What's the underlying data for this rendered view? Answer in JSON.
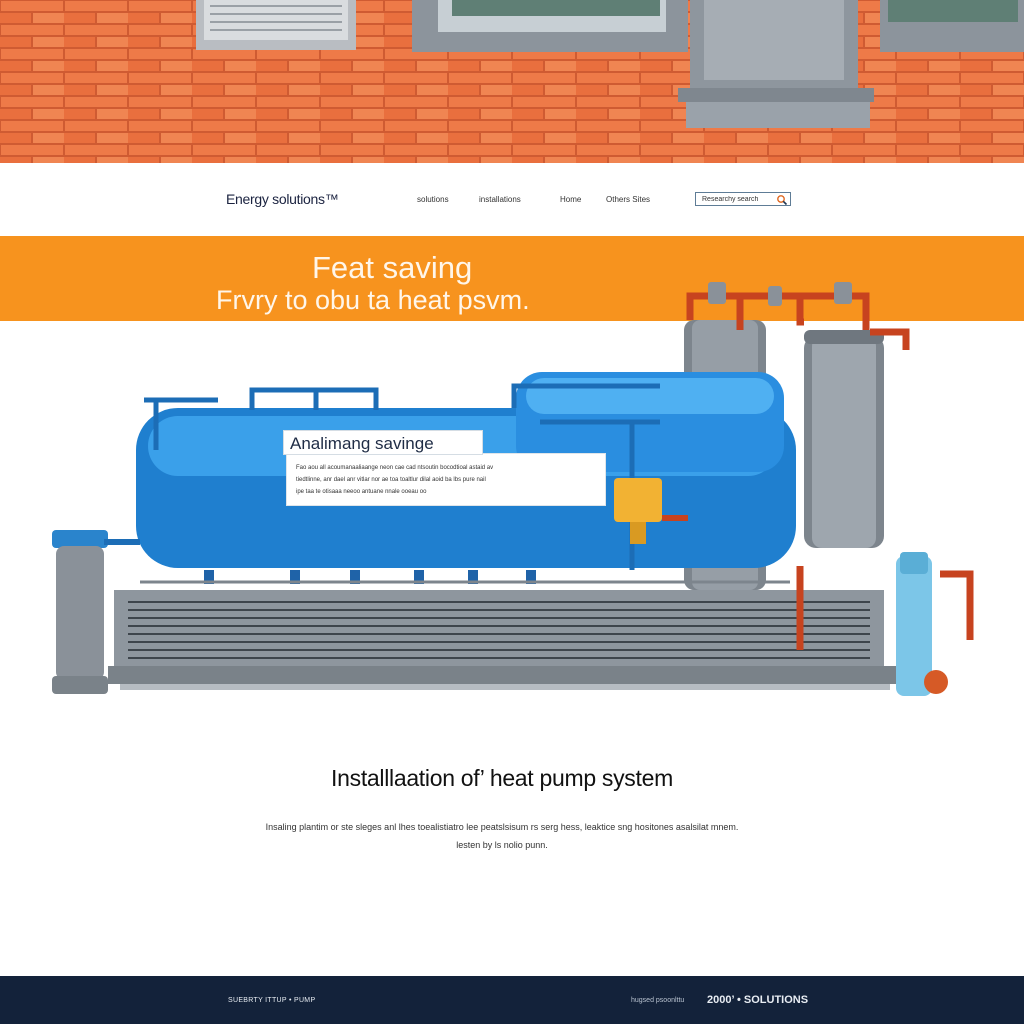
{
  "header": {
    "logo": "Energy solutions™",
    "nav": [
      "solutions",
      "installations",
      "Home",
      "Others Sites"
    ],
    "search_placeholder": "Researchy search"
  },
  "banner": {
    "title": "Feat saving",
    "subtitle": "Frvry to obu ta heat psvm."
  },
  "info": {
    "title": "Analimang savinge",
    "text_lines": [
      "Fao aou all acoumanaaliaange neon cae cad ntsoutin bocodtioal astaid av",
      "tiedtlinne, anr dael anr vitlar nor ae toa toaltlur dilal aoid ba lbs pure nail",
      "ipe taa te otisaaa neeoo antuane nnale ooeau oo"
    ]
  },
  "section": {
    "title": "Installlaation of’ heat pump system",
    "text_lines": [
      "Insaling plantim or ste sleges anl lhes toealistiatro lee peatslsisum rs serg hess, leaktice sng hositones asalsilat mnem.",
      "lesten by ls nolio punn."
    ]
  },
  "footer": {
    "left": "SUEBRTY ITTUP • PUMP",
    "right_small": "hugsed psoonlttu",
    "right": "2000’ • SOLUTIONS"
  },
  "colors": {
    "brick": "#e2683a",
    "banner": "#f7931e",
    "tank": "#2b8fde",
    "footer": "#13223a"
  }
}
